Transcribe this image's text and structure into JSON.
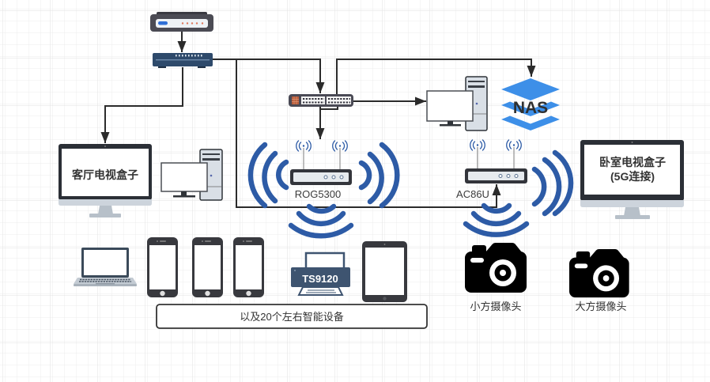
{
  "colors": {
    "canvas_bg": "#ffffff",
    "grid_line": "#ececec",
    "connector": "#2b2b2b",
    "wifi_signal": "#2d5ba6",
    "nas": "#3d8fe8",
    "device_dark": "#38393e",
    "router_blue": "#2e4a6b",
    "printer_body": "#3e5470"
  },
  "nodes": {
    "modem": {
      "icon": "modem-icon"
    },
    "main_router": {
      "icon": "router-icon"
    },
    "network_switch": {
      "icon": "network-switch-icon"
    },
    "living_room_tv": {
      "icon": "tv-monitor-icon",
      "label": "客厅电视盒子"
    },
    "desktop_pc_left": {
      "icon": "desktop-pc-icon"
    },
    "desktop_pc_center": {
      "icon": "desktop-pc-icon"
    },
    "nas": {
      "icon": "nas-stack-icon",
      "label": "NAS"
    },
    "router_rog": {
      "icon": "wifi-router-icon",
      "label": "ROG5300"
    },
    "router_ac86u": {
      "icon": "wifi-router-icon",
      "label": "AC86U"
    },
    "bedroom_tv": {
      "icon": "tv-monitor-icon",
      "label_line1": "卧室电视盒子",
      "label_line2": "(5G连接)"
    },
    "laptop": {
      "icon": "laptop-icon"
    },
    "phones": [
      {
        "icon": "smartphone-icon"
      },
      {
        "icon": "smartphone-icon"
      },
      {
        "icon": "smartphone-icon"
      }
    ],
    "printer": {
      "icon": "printer-icon",
      "label": "TS9120"
    },
    "tablet": {
      "icon": "tablet-icon"
    },
    "camera_small": {
      "icon": "camera-icon",
      "label": "小方摄像头"
    },
    "camera_large": {
      "icon": "camera-icon",
      "label": "大方摄像头"
    },
    "smart_devices_note": {
      "label": "以及20个左右智能设备"
    }
  },
  "edges": [
    {
      "from": "modem",
      "to": "main_router",
      "arrow": "end"
    },
    {
      "from": "main_router",
      "to": "network_switch",
      "arrow": "end"
    },
    {
      "from": "main_router",
      "to": "living_room_tv",
      "arrow": "end"
    },
    {
      "from": "main_router",
      "to": "router_ac86u",
      "arrow": "end"
    },
    {
      "from": "network_switch",
      "to": "nas",
      "arrow": "end"
    },
    {
      "from": "network_switch",
      "to": "desktop_pc_center",
      "arrow": "end"
    },
    {
      "from": "network_switch",
      "to": "router_rog",
      "arrow": "end"
    }
  ]
}
